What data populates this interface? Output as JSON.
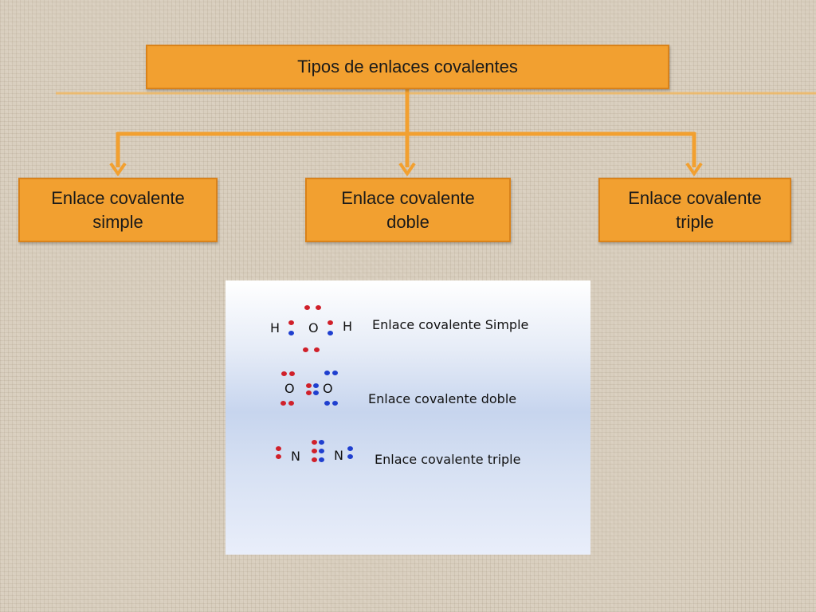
{
  "title": "Tipos de enlaces covalentes",
  "children": [
    {
      "line1": "Enlace covalente",
      "line2": "simple"
    },
    {
      "line1": "Enlace covalente",
      "line2": "doble"
    },
    {
      "line1": "Enlace covalente",
      "line2": "triple"
    }
  ],
  "lewis": {
    "water": {
      "atom_left": "H",
      "atom_center": "O",
      "atom_right": "H",
      "label": "Enlace covalente Simple"
    },
    "oxygen": {
      "atom_left": "O",
      "atom_right": "O",
      "label": "Enlace covalente doble"
    },
    "nitrogen": {
      "atom_left": "N",
      "atom_right": "N",
      "label": "Enlace covalente triple"
    }
  },
  "colors": {
    "box_fill": "#f2a030",
    "box_border": "#d9821a",
    "connector": "#f2a030",
    "electron_red": "#d0202a",
    "electron_blue": "#1f3fcf"
  }
}
